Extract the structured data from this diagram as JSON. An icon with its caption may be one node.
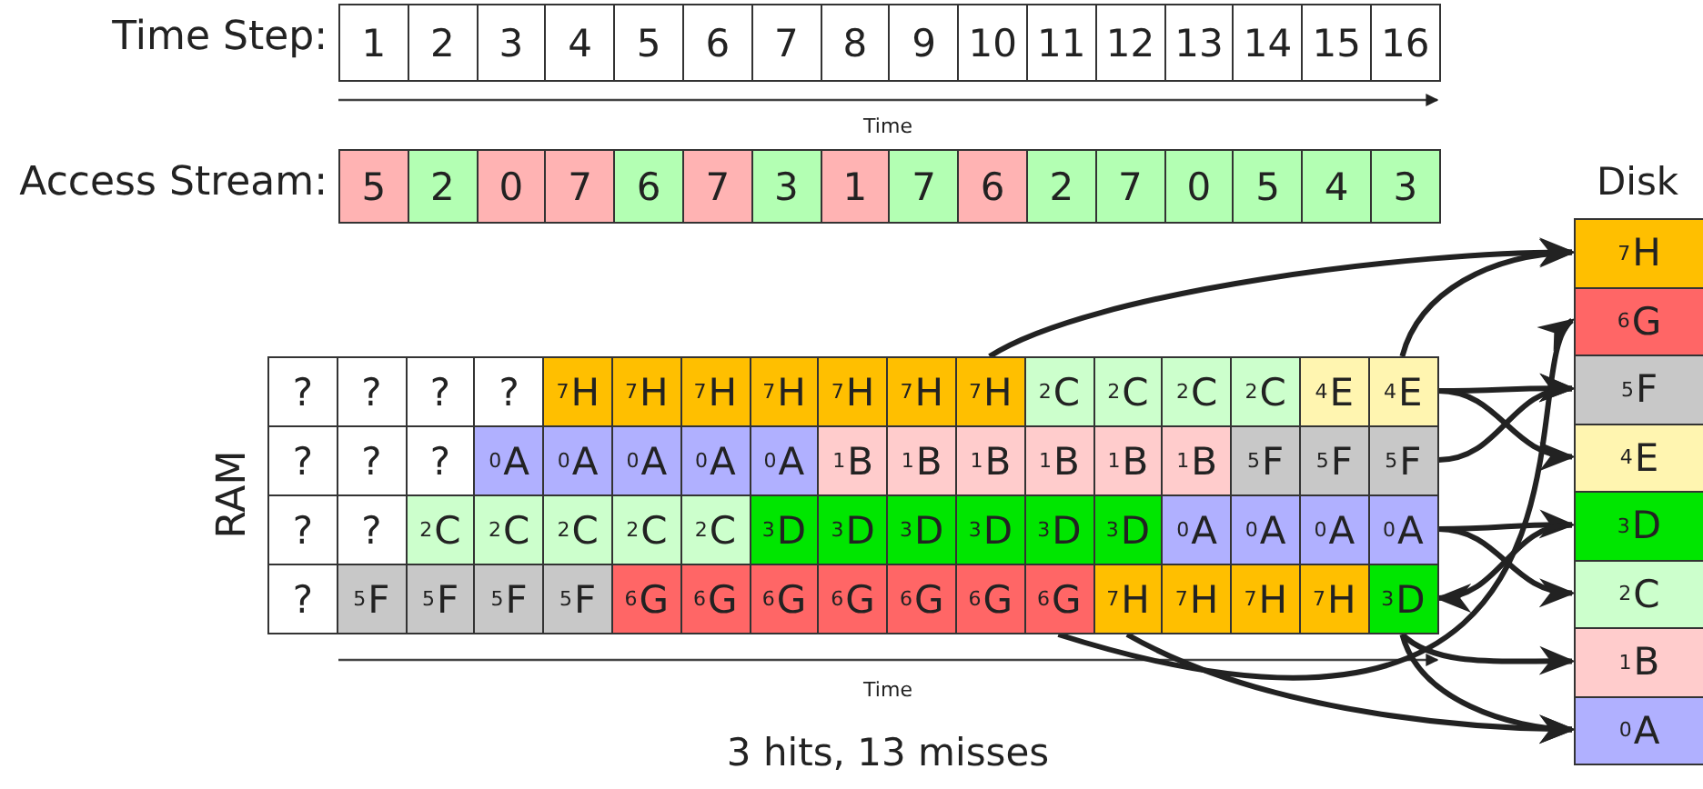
{
  "diagram": {
    "caption": "3 hits, 13 misses",
    "nodes": [
      {
        "text": [
          "1"
        ]
      },
      {
        "text": [
          "2"
        ]
      },
      {
        "text": [
          "3"
        ]
      },
      {
        "text": [
          "4"
        ]
      },
      {
        "text": [
          "5"
        ]
      },
      {
        "text": [
          "6"
        ]
      },
      {
        "text": [
          "7"
        ]
      },
      {
        "text": [
          "8"
        ]
      },
      {
        "text": [
          "9"
        ]
      },
      {
        "text": [
          "10"
        ]
      },
      {
        "text": [
          "11"
        ]
      },
      {
        "text": [
          "12"
        ]
      },
      {
        "text": [
          "13"
        ]
      },
      {
        "text": [
          "14"
        ]
      },
      {
        "text": [
          "15"
        ]
      },
      {
        "text": [
          "16"
        ]
      },
      {
        "text": [
          "5"
        ]
      },
      {
        "text": [
          "2"
        ]
      },
      {
        "text": [
          "0"
        ]
      },
      {
        "text": [
          "7"
        ]
      },
      {
        "text": [
          "6"
        ]
      },
      {
        "text": [
          "7"
        ]
      },
      {
        "text": [
          "3"
        ]
      },
      {
        "text": [
          "1"
        ]
      },
      {
        "text": [
          "7"
        ]
      },
      {
        "text": [
          "6"
        ]
      },
      {
        "text": [
          "2"
        ]
      },
      {
        "text": [
          "7"
        ]
      },
      {
        "text": [
          "0"
        ]
      },
      {
        "text": [
          "5"
        ]
      },
      {
        "text": [
          "4"
        ]
      },
      {
        "text": [
          "3"
        ]
      },
      {
        "text": [
          "?"
        ]
      },
      {
        "text": [
          "?"
        ]
      },
      {
        "text": [
          "?"
        ]
      },
      {
        "text": [
          "?"
        ]
      },
      {
        "text": [
          "$_{7}$H"
        ]
      },
      {
        "text": [
          "$_{7}$H"
        ]
      },
      {
        "text": [
          "$_{7}$H"
        ]
      },
      {
        "text": [
          "$_{7}$H"
        ]
      },
      {
        "text": [
          "$_{7}$H"
        ]
      },
      {
        "text": [
          "$_{7}$H"
        ]
      },
      {
        "text": [
          "$_{7}$H"
        ]
      },
      {
        "text": [
          "$_{2}$C"
        ]
      },
      {
        "text": [
          "$_{2}$C"
        ]
      },
      {
        "text": [
          "$_{2}$C"
        ]
      },
      {
        "text": [
          "$_{2}$C"
        ]
      },
      {
        "text": [
          "$_{4}$E"
        ]
      },
      {
        "text": [
          "$_{4}$E"
        ]
      },
      {
        "text": [
          "?"
        ]
      },
      {
        "text": [
          "?"
        ]
      },
      {
        "text": [
          "?"
        ]
      },
      {
        "text": [
          "$_{0}$A"
        ]
      },
      {
        "text": [
          "$_{0}$A"
        ]
      },
      {
        "text": [
          "$_{0}$A"
        ]
      },
      {
        "text": [
          "$_{0}$A"
        ]
      },
      {
        "text": [
          "$_{0}$A"
        ]
      },
      {
        "text": [
          "$_{1}$B"
        ]
      },
      {
        "text": [
          "$_{1}$B"
        ]
      },
      {
        "text": [
          "$_{1}$B"
        ]
      },
      {
        "text": [
          "$_{1}$B"
        ]
      },
      {
        "text": [
          "$_{1}$B"
        ]
      },
      {
        "text": [
          "$_{1}$B"
        ]
      },
      {
        "text": [
          "$_{5}$F"
        ]
      },
      {
        "text": [
          "$_{5}$F"
        ]
      },
      {
        "text": [
          "$_{5}$F"
        ]
      },
      {
        "text": [
          "?"
        ]
      },
      {
        "text": [
          "?"
        ]
      },
      {
        "text": [
          "$_{2}$C"
        ]
      },
      {
        "text": [
          "$_{2}$C"
        ]
      },
      {
        "text": [
          "$_{2}$C"
        ]
      },
      {
        "text": [
          "$_{2}$C"
        ]
      },
      {
        "text": [
          "$_{2}$C"
        ]
      },
      {
        "text": [
          "$_{3}$D"
        ]
      },
      {
        "text": [
          "$_{3}$D"
        ]
      },
      {
        "text": [
          "$_{3}$D"
        ]
      },
      {
        "text": [
          "$_{3}$D"
        ]
      },
      {
        "text": [
          "$_{3}$D"
        ]
      },
      {
        "text": [
          "$_{3}$D"
        ]
      },
      {
        "text": [
          "$_{0}$A"
        ]
      },
      {
        "text": [
          "$_{0}$A"
        ]
      },
      {
        "text": [
          "$_{0}$A"
        ]
      },
      {
        "text": [
          "$_{0}$A"
        ]
      },
      {
        "text": [
          "?"
        ]
      },
      {
        "text": [
          "$_{5}$F"
        ]
      },
      {
        "text": [
          "$_{5}$F"
        ]
      },
      {
        "text": [
          "$_{5}$F"
        ]
      },
      {
        "text": [
          "$_{5}$F"
        ]
      },
      {
        "text": [
          "$_{6}$G"
        ]
      },
      {
        "text": [
          "$_{6}$G"
        ]
      },
      {
        "text": [
          "$_{6}$G"
        ]
      },
      {
        "text": [
          "$_{6}$G"
        ]
      },
      {
        "text": [
          "$_{6}$G"
        ]
      },
      {
        "text": [
          "$_{6}$G"
        ]
      },
      {
        "text": [
          "$_{6}$G"
        ]
      },
      {
        "text": [
          "$_{7}$H"
        ]
      },
      {
        "text": [
          "$_{7}$H"
        ]
      },
      {
        "text": [
          "$_{7}$H"
        ]
      },
      {
        "text": [
          "$_{7}$H"
        ]
      },
      {
        "text": [
          "$_{3}$D"
        ]
      },
      {
        "text": [
          "$_{7}$H"
        ]
      },
      {
        "text": [
          "$_{6}$G"
        ]
      },
      {
        "text": [
          "$_{5}$F"
        ]
      },
      {
        "text": [
          "$_{4}$E"
        ]
      },
      {
        "text": [
          "$_{3}$D"
        ]
      },
      {
        "text": [
          "$_{2}$C"
        ]
      },
      {
        "text": [
          "$_{1}$B"
        ]
      },
      {
        "text": [
          "$_{0}$A"
        ]
      }
    ],
    "edges": [
      {
        "from": 42,
        "to": 100,
        "arrow": "to"
      },
      {
        "from": 48,
        "to": 100,
        "arrow": "to"
      },
      {
        "from": 94,
        "to": 101,
        "arrow": "to"
      },
      {
        "from": 48,
        "to": 102,
        "arrow": "to"
      },
      {
        "from": 48,
        "to": 103,
        "arrow": "to"
      },
      {
        "from": 65,
        "to": 102,
        "arrow": "to"
      },
      {
        "from": 82,
        "to": 104,
        "arrow": "to"
      },
      {
        "from": 82,
        "to": 105,
        "arrow": "to"
      },
      {
        "from": 104,
        "to": 99,
        "arrow": "to"
      },
      {
        "from": 99,
        "to": 106,
        "arrow": "to"
      },
      {
        "from": 99,
        "to": 107,
        "arrow": "to"
      },
      {
        "from": 95,
        "to": 107,
        "arrow": "to"
      }
    ],
    "labels": [
      "Time Step:",
      "Time",
      "Access Stream:",
      "Disk",
      "RAM",
      "Time"
    ]
  }
}
